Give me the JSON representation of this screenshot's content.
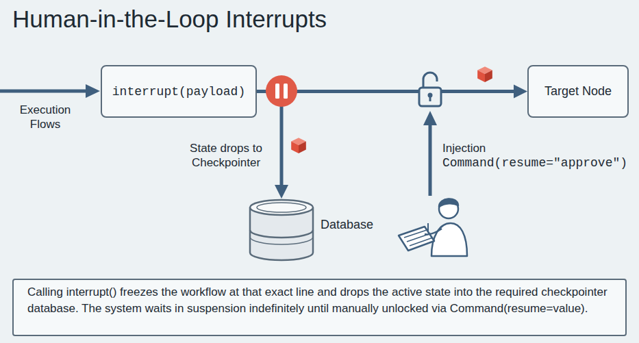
{
  "diagram": {
    "title": "Human-in-the-Loop Interrupts",
    "caption": "Calling interrupt() freezes the workflow at that exact line and drops the active state into the required checkpointer database. The system waits in suspension indefinitely until manually unlocked via Command(resume=value).",
    "nodes": [
      {
        "text": [
          "interrupt(payload)"
        ]
      },
      {
        "text": [
          "Target Node"
        ]
      },
      {
        "text": [
          "Database"
        ]
      }
    ],
    "edges": [
      {
        "from": 0,
        "to": 1,
        "arrow": "to"
      },
      {
        "from": 0,
        "to": 2,
        "label": "State drops to Checkpointer",
        "arrow": "to"
      }
    ],
    "labels": [
      "Execution Flows",
      "Injection",
      "Command(resume=\"approve\")"
    ]
  }
}
